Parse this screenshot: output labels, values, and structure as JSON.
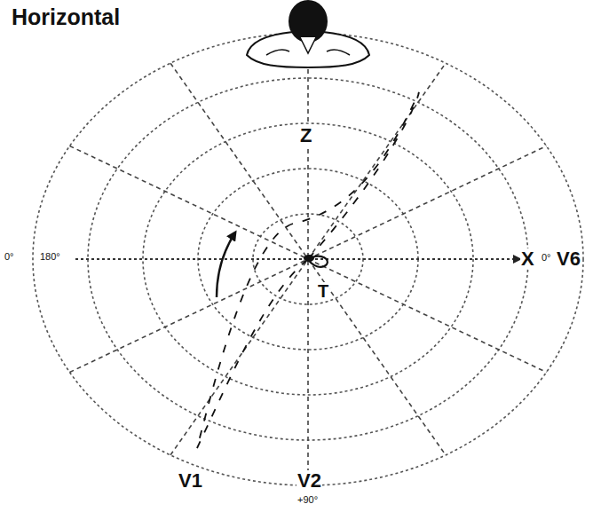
{
  "diagram": {
    "title": "Horizontal",
    "labels": [
      "Z",
      "0°",
      "180°",
      "X",
      "0°",
      "V6",
      "T",
      "V1",
      "V2",
      "+90°"
    ]
  }
}
